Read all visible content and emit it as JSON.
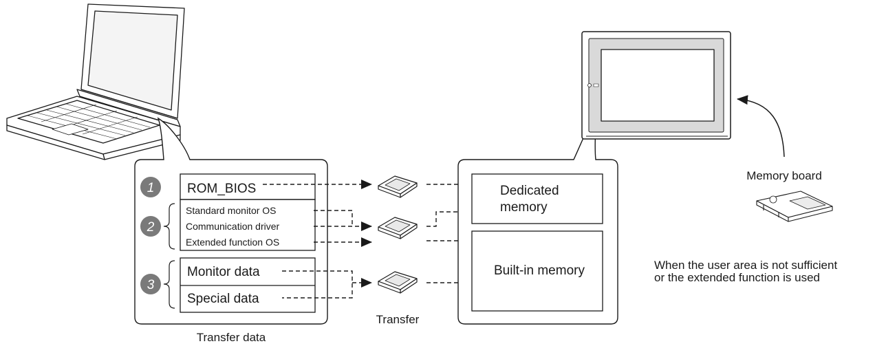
{
  "transfer_data": {
    "caption": "Transfer data",
    "groups": [
      {
        "number": "1",
        "items": [
          "ROM_BIOS"
        ]
      },
      {
        "number": "2",
        "items": [
          "Standard monitor OS",
          "Communication driver",
          "Extended function OS"
        ]
      },
      {
        "number": "3",
        "items": [
          "Monitor data",
          "Special data"
        ]
      }
    ]
  },
  "transfer_label": "Transfer",
  "got_memory": {
    "dedicated": [
      "Dedicated",
      "memory"
    ],
    "builtin": "Built-in memory"
  },
  "memory_board": {
    "label": "Memory board",
    "note_line1": "When the user area is not sufficient",
    "note_line2": "or the extended function is used"
  }
}
